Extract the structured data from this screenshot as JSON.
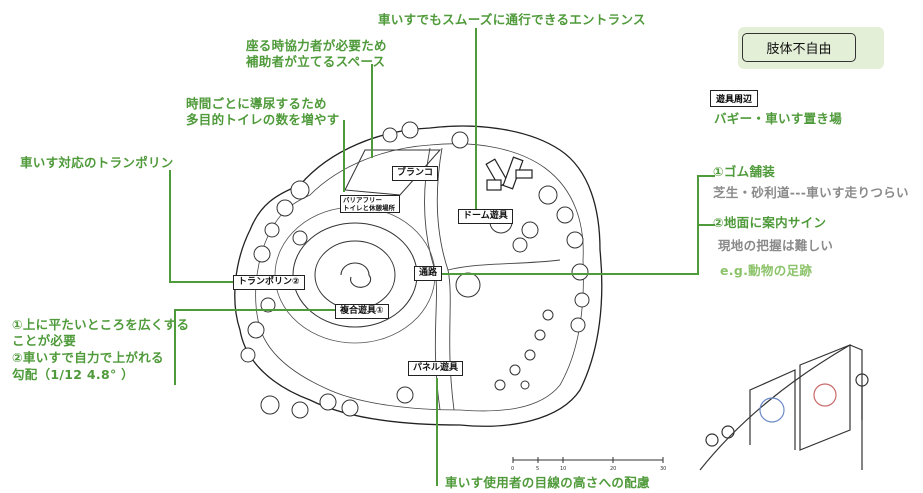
{
  "badge": {
    "label": "肢体不自由"
  },
  "legend": {
    "key_label": "遊具周辺",
    "key_text": "バギー・車いす置き場"
  },
  "annotations": {
    "entrance": "車いすでもスムーズに通行できるエントランス",
    "helper_space_1": "座る時協力者が必要ため",
    "helper_space_2": "補助者が立てるスペース",
    "toilet_1": "時間ごとに導尿するため",
    "toilet_2": "多目的トイレの数を増やす",
    "trampoline": "車いす対応のトランポリン",
    "flat_1": "①上に平たいところを広くする",
    "flat_2": "ことが必要",
    "flat_3": "②車いすで自力で上がれる",
    "flat_4": "勾配（1/12 4.8°  ）",
    "eye_level": "車いす使用者の目線の高さへの配慮",
    "rubber_title": "①ゴム舗装",
    "rubber_note": "芝生・砂利道---車いす走りつらい",
    "sign_title": "②地面に案内サイン",
    "sign_note": "現地の把握は難しい",
    "sign_example": "e.g.動物の足跡"
  },
  "map_labels": {
    "swing": "ブランコ",
    "dome": "ドーム遊具",
    "toilet": "バリアフリー",
    "toilet_2": "トイレと休憩場所",
    "trampoline": "トランポリン②",
    "path": "通路",
    "complex": "複合遊具①",
    "panel": "パネル遊具"
  },
  "scale_bar": {
    "ticks": [
      "0",
      "5",
      "10",
      "20",
      "30"
    ]
  },
  "colors": {
    "accent_green": "#4f9a3a",
    "light_green": "#8cc36a",
    "badge_bg": "#e4efd8",
    "line": "#222222"
  }
}
